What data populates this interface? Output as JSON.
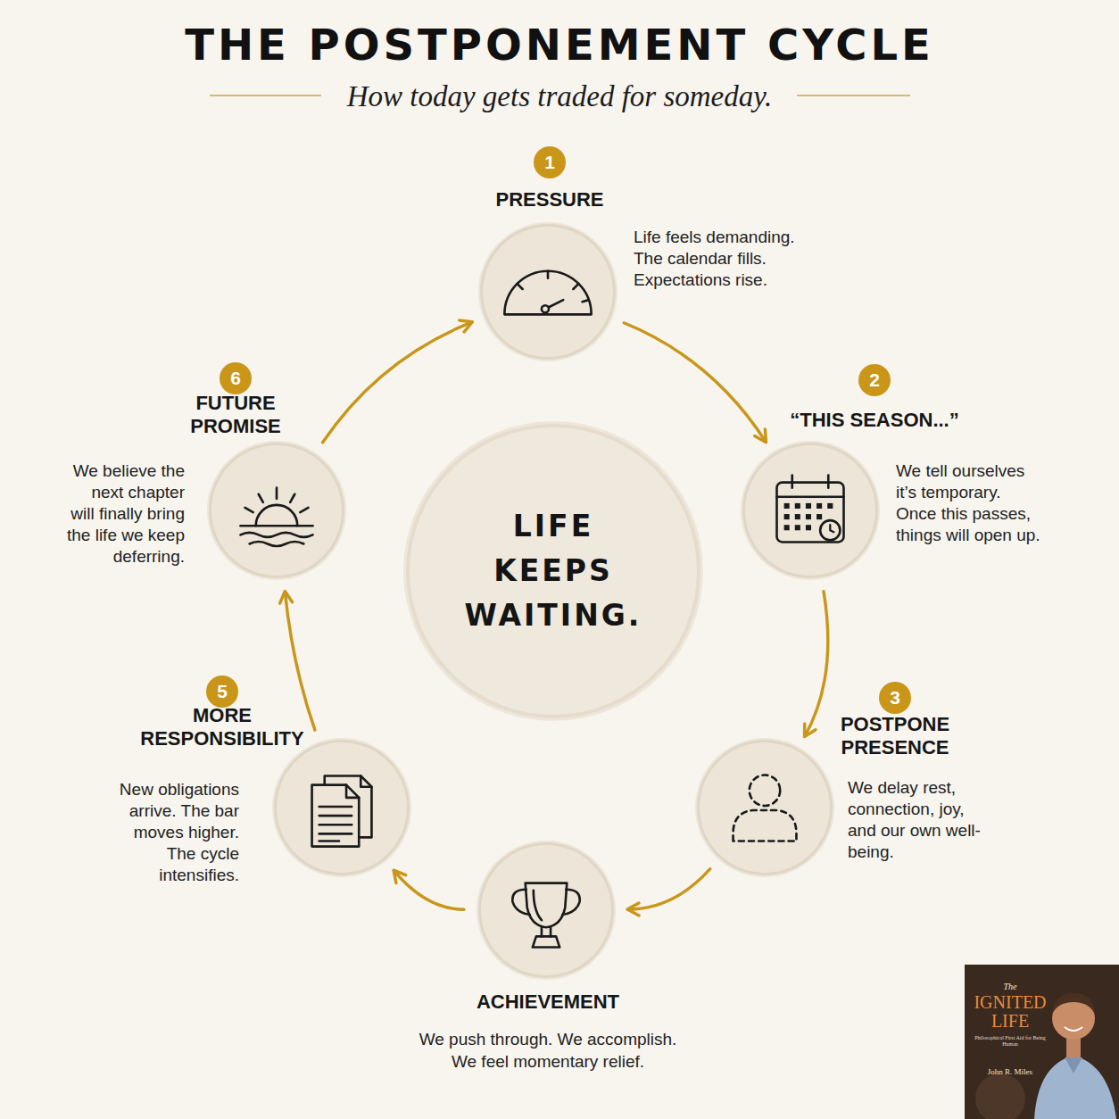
{
  "diagram": {
    "title": "THE POSTPONEMENT CYCLE",
    "nodes": [
      {
        "text": [
          "PRESSURE",
          "Life feels demanding. The calendar fills. Expectations rise."
        ]
      },
      {
        "text": [
          "“THIS SEASON...”",
          "We tell ourselves it’s temporary. Once this passes, things will open up."
        ]
      },
      {
        "text": [
          "POSTPONE PRESENCE",
          "We delay rest, connection, joy, and our own well-being."
        ]
      },
      {
        "text": [
          "ACHIEVEMENT",
          "We push through. We accomplish. We feel momentary relief."
        ]
      },
      {
        "text": [
          "MORE RESPONSIBILITY",
          "New obligations arrive. The bar moves higher. The cycle intensifies."
        ]
      },
      {
        "text": [
          "FUTURE PROMISE",
          "We believe the next chapter will finally bring the life we keep deferring."
        ]
      },
      {
        "text": [
          "LIFE KEEPS WAITING."
        ]
      }
    ],
    "edges": [
      {
        "from": 0,
        "to": 1,
        "arrow": "to"
      },
      {
        "from": 1,
        "to": 2,
        "arrow": "to"
      },
      {
        "from": 2,
        "to": 3,
        "arrow": "to"
      },
      {
        "from": 3,
        "to": 4,
        "arrow": "to"
      },
      {
        "from": 4,
        "to": 5,
        "arrow": "to"
      },
      {
        "from": 5,
        "to": 0,
        "arrow": "to"
      }
    ],
    "labels": [
      "How today gets traded for someday.",
      "1",
      "2",
      "3",
      "5",
      "6",
      "The",
      "IGNITED LIFE",
      "Philosophical First Aid for Being Human",
      "John R. Miles"
    ]
  }
}
